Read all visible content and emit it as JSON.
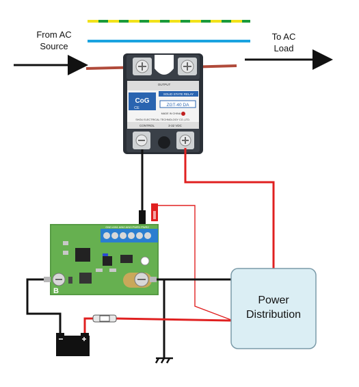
{
  "labels": {
    "from_ac_line1": "From AC",
    "from_ac_line2": "Source",
    "to_ac_line1": "To AC",
    "to_ac_line2": "Load",
    "power_dist_line1": "Power",
    "power_dist_line2": "Distribution"
  },
  "relay": {
    "brand": "CoG",
    "ce_mark": "CE",
    "title": "SOLID STATE RELAY",
    "model": "ZGT-40 DA",
    "made_in": "MADE IN CHINA",
    "company": "SHOU ELECTRICAL TECHNOLOGY CO.,LTD.",
    "output_label": "OUTPUT",
    "control_label": "CONTROL",
    "control_voltage": "3-32 VDC"
  },
  "board": {
    "letter": "B",
    "terminal_header": "GND AIN1 AIN2 AIN3 PWR1 PWR2"
  },
  "colors": {
    "ground_green": "#1a9a3a",
    "ground_yellow": "#f2e21a",
    "neutral_blue": "#1aa3e0",
    "ac_wire": "#b04a3a",
    "signal_red": "#e02020",
    "wire_black": "#111111",
    "power_box_fill": "#dbeef4",
    "power_box_stroke": "#7a9aa8",
    "board_green": "#5fa84a"
  }
}
